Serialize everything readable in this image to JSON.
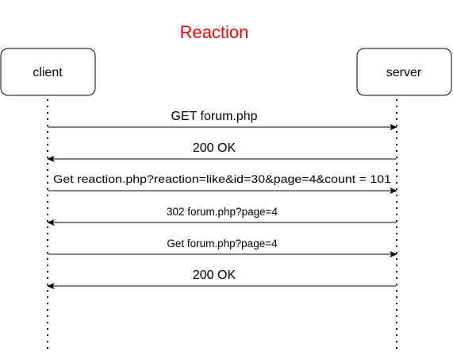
{
  "diagram": {
    "title": "Reaction",
    "title_color": "#ff0000",
    "line_color": "#000000",
    "actors": {
      "client": "client",
      "server": "server"
    },
    "messages": [
      {
        "label": "GET forum.php",
        "from": "client",
        "to": "server"
      },
      {
        "label": "200 OK",
        "from": "server",
        "to": "client"
      },
      {
        "label": "Get reaction.php?reaction=like&id=30&page=4&count = 101",
        "from": "client",
        "to": "server"
      },
      {
        "label": "302 forum.php?page=4",
        "from": "server",
        "to": "client"
      },
      {
        "label": "Get forum.php?page=4",
        "from": "client",
        "to": "server"
      },
      {
        "label": "200 OK",
        "from": "server",
        "to": "client"
      }
    ]
  }
}
